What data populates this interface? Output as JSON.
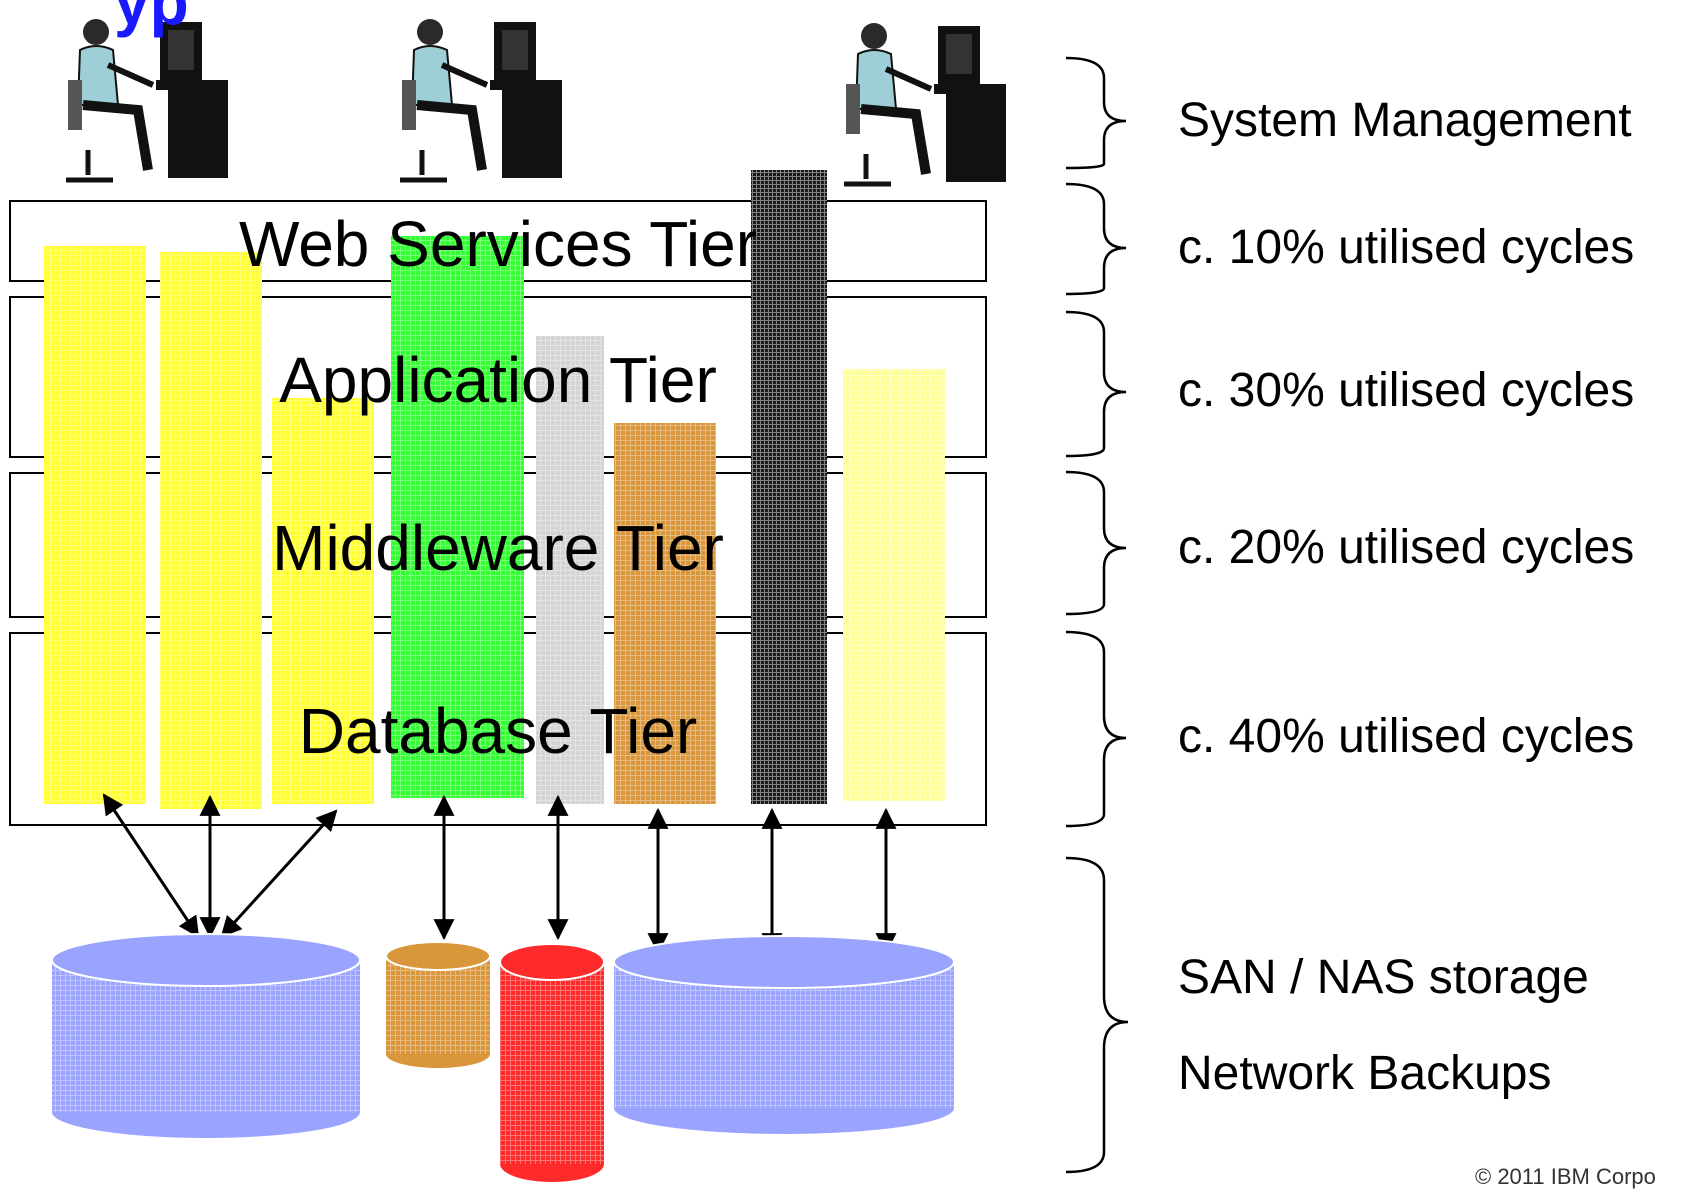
{
  "heading_fragment": "yp",
  "tiers": [
    {
      "label": "Web Services Tier"
    },
    {
      "label": "Application Tier"
    },
    {
      "label": "Middleware Tier"
    },
    {
      "label": "Database Tier"
    }
  ],
  "side_labels": [
    {
      "text": "System Management"
    },
    {
      "text": "c. 10% utilised cycles"
    },
    {
      "text": "c. 30% utilised cycles"
    },
    {
      "text": "c. 20% utilised cycles"
    },
    {
      "text": "c. 40% utilised cycles"
    },
    {
      "text": "SAN / NAS storage"
    },
    {
      "text": "Network Backups"
    }
  ],
  "copyright": "© 2011 IBM Corpo",
  "colors": {
    "yellow": "#ffff33",
    "pale_yellow": "#ffff99",
    "green": "#33ff33",
    "grey": "#d4d4d4",
    "orange": "#d9963a",
    "black": "#1a1a1a",
    "blue_storage": "#9aa4ff",
    "red_storage": "#ff2a2a",
    "heading_blue": "#1a1aff"
  }
}
